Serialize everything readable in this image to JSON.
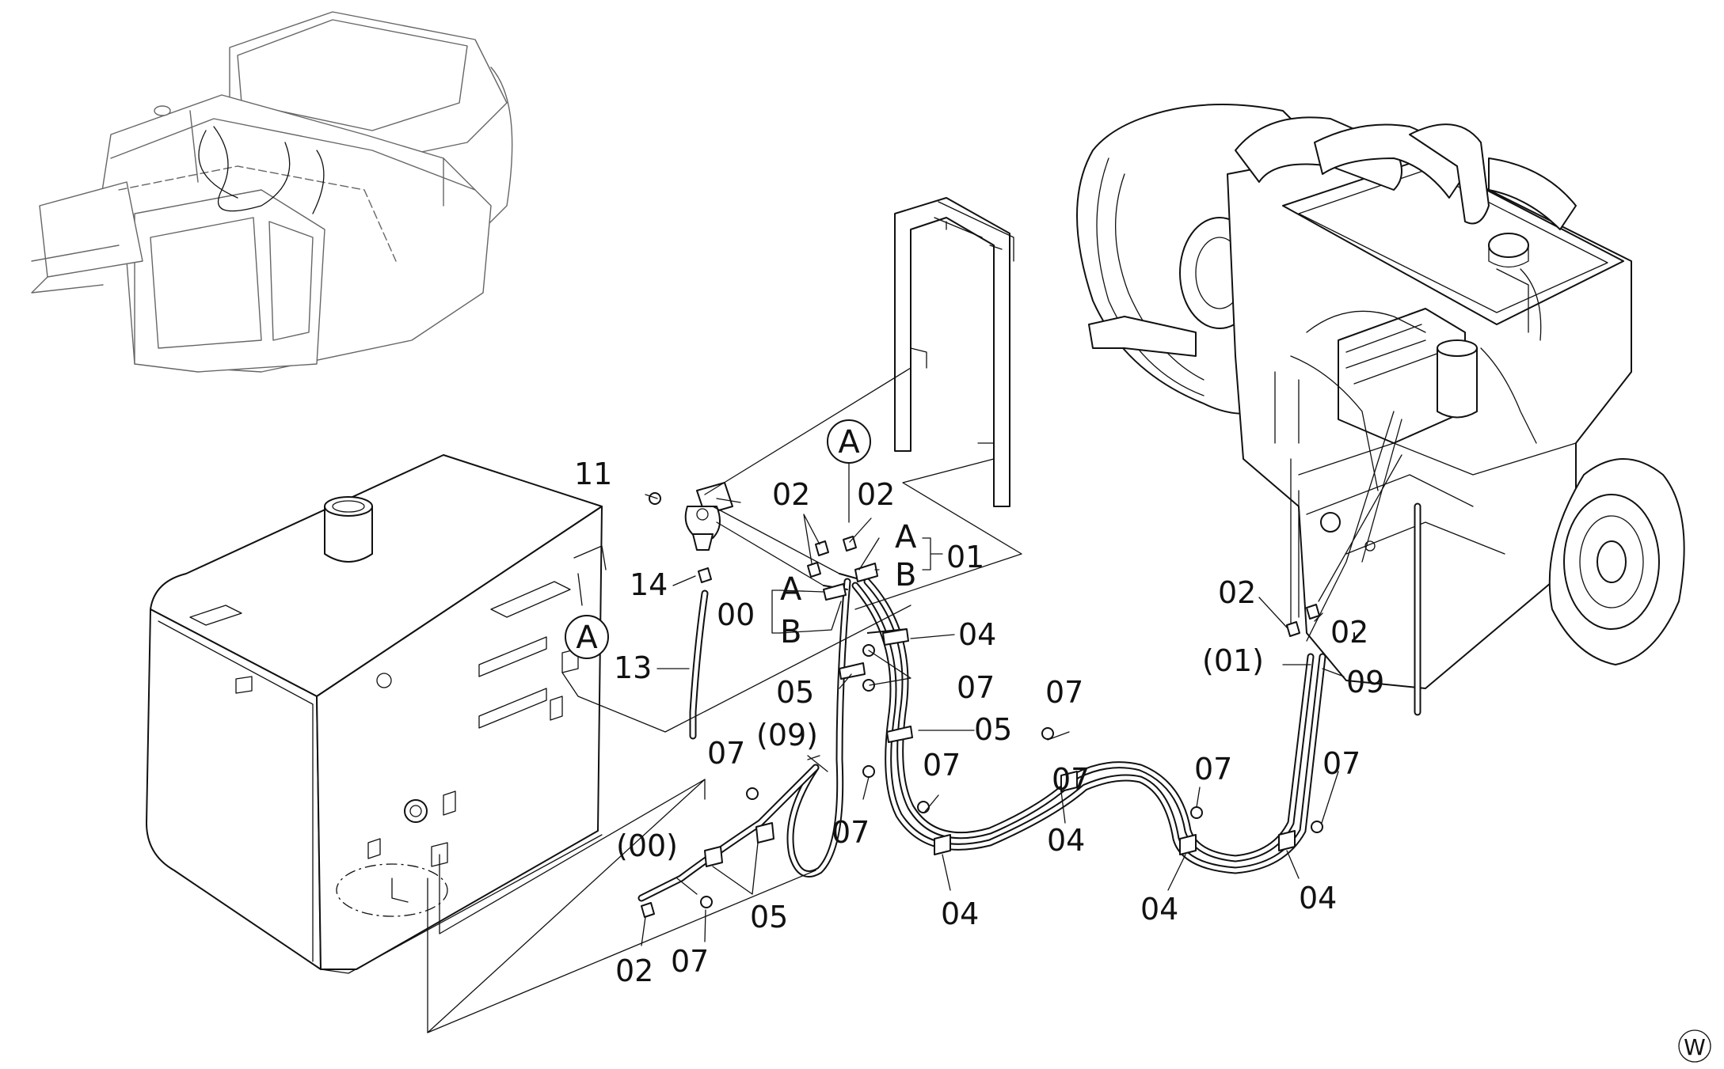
{
  "labels": {
    "l11": "11",
    "l14": "14",
    "l13": "13",
    "l00_bracket": "00",
    "l01_bracket": "01",
    "lA_bracket00": "A",
    "lB_bracket00": "B",
    "lA_bracket01": "A",
    "lB_bracket01": "B",
    "l02_a": "02",
    "l02_b": "02",
    "l04_top": "04",
    "l07_mid": "07",
    "l05_mid": "05",
    "l05_right": "05",
    "l09_paren": "(09)",
    "l07_c": "07",
    "l07_d": "07",
    "l07_e": "07",
    "l07_f": "07",
    "l07_g": "07",
    "l07_h": "07",
    "l04_a": "04",
    "l04_b": "04",
    "l04_c": "04",
    "l04_d": "04",
    "l00_paren": "(00)",
    "l05_bottom": "05",
    "l02_bottom": "02",
    "l07_bottom": "07",
    "l02_engine_l": "02",
    "l02_engine_r": "02",
    "l01_paren": "(01)",
    "l09": "09",
    "l07_right": "07"
  },
  "callouts": {
    "circle_a_top": "A",
    "circle_a_tank": "A",
    "corner_mark": "W"
  },
  "components": [
    "overview-excavator",
    "fuel-tank",
    "fuel-filter",
    "mounting-bracket",
    "engine",
    "fuel-hoses"
  ]
}
